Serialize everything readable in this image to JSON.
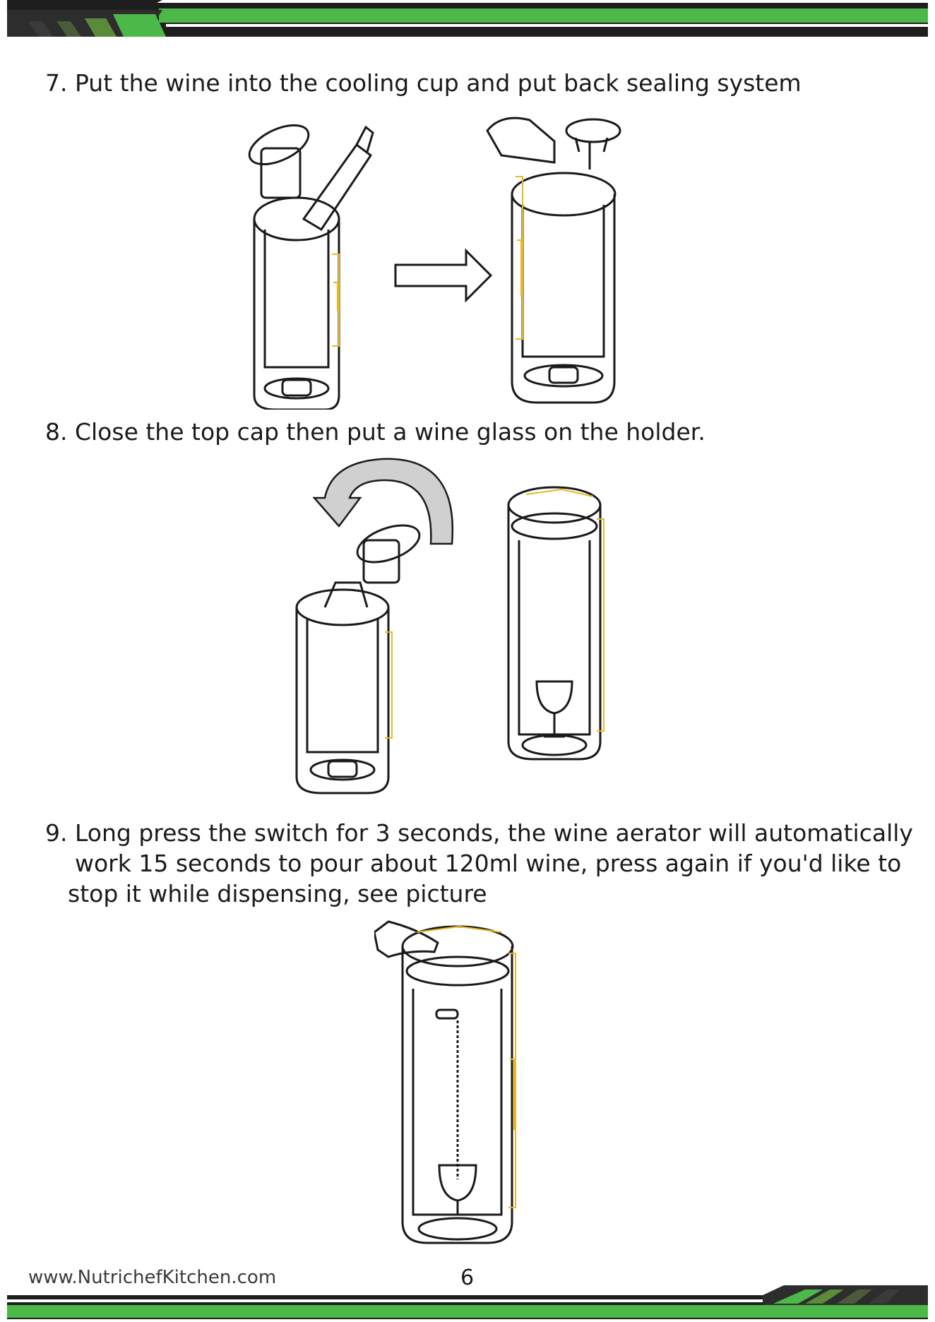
{
  "steps": {
    "step7": {
      "text": "7. Put the wine into the cooling cup and put back sealing system"
    },
    "step8": {
      "text": "8. Close the top cap then put a wine glass on the holder."
    },
    "step9": {
      "line1": "9. Long press the switch for 3 seconds, the wine aerator will automatically",
      "line2": "work 15 seconds to pour about 120ml wine, press again if you'd like to",
      "line3": "stop it while dispensing, see picture"
    }
  },
  "footer": {
    "website": "www.NutrichefKitchen.com",
    "page_number": "6"
  },
  "colors": {
    "brand_green": "#4cb84a",
    "banner_dark": "#1e1e1e",
    "accent_yellow": "#e8b820"
  }
}
